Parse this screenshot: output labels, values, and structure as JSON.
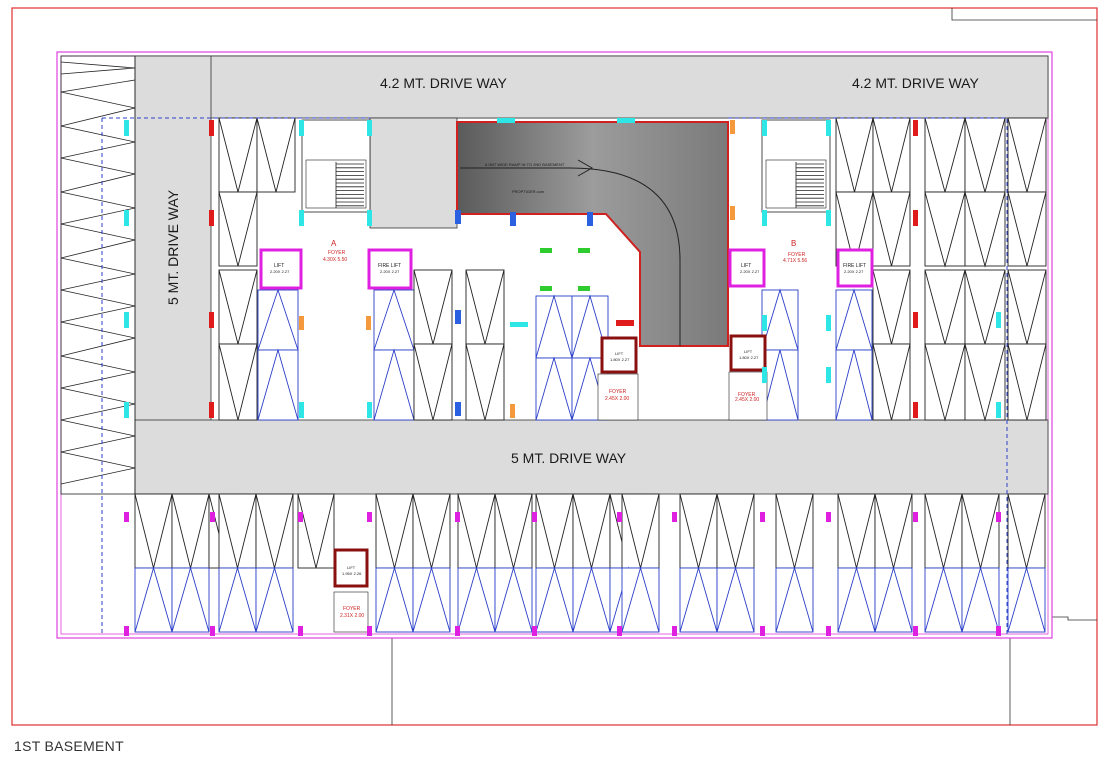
{
  "drawing_title": "1ST BASEMENT",
  "drive_ways": {
    "top_left": "4.2 MT. DRIVE WAY",
    "top_right": "4.2 MT. DRIVE WAY",
    "left_vertical": "5 MT. DRIVE WAY",
    "middle": "5 MT. DRIVE WAY"
  },
  "ramp": {
    "label": "6.0MT WIDE RAMP IN TO 2ND BASEMENT",
    "watermark": "PROPTIGER.com"
  },
  "core_a": {
    "block": "A",
    "foyer_label": "FOYER",
    "foyer_size": "4.30X 5.50",
    "lift_label": "LIFT",
    "lift_size": "2.20X 2.27",
    "fire_lift_label": "FIRE LIFT",
    "fire_lift_size": "2.20X 2.27"
  },
  "core_b": {
    "block": "B",
    "foyer_label": "FOYER",
    "foyer_size": "4.71X 5.56",
    "lift_label": "LIFT",
    "lift_size": "2.20X 2.27",
    "fire_lift_label": "FIRE LIFT",
    "fire_lift_size": "2.20X 2.27"
  },
  "lift_center": {
    "lift_label": "LIFT",
    "lift_size": "1.80X 2.27",
    "foyer_label": "FOYER",
    "foyer_size": "2.45X 2.00"
  },
  "lift_right": {
    "lift_label": "LIFT",
    "lift_size": "1.80X 2.27",
    "foyer_label": "FOYER",
    "foyer_size": "2.45X 2.00"
  },
  "lift_bottom": {
    "lift_label": "LIFT",
    "lift_size": "1.95X 2.26",
    "foyer_label": "FOYER",
    "foyer_size": "2.31X 2.00"
  },
  "colors": {
    "boundary": "#e03030",
    "basement_outline": "#e040e0",
    "drive_fill": "#dcdcdc",
    "ramp_fill": "#9a9a9a",
    "parking_blue": "#2b3fc9",
    "pillar_red": "#e01b1b",
    "pillar_cyan": "#2ee6e6",
    "pillar_magenta": "#e020e0"
  }
}
